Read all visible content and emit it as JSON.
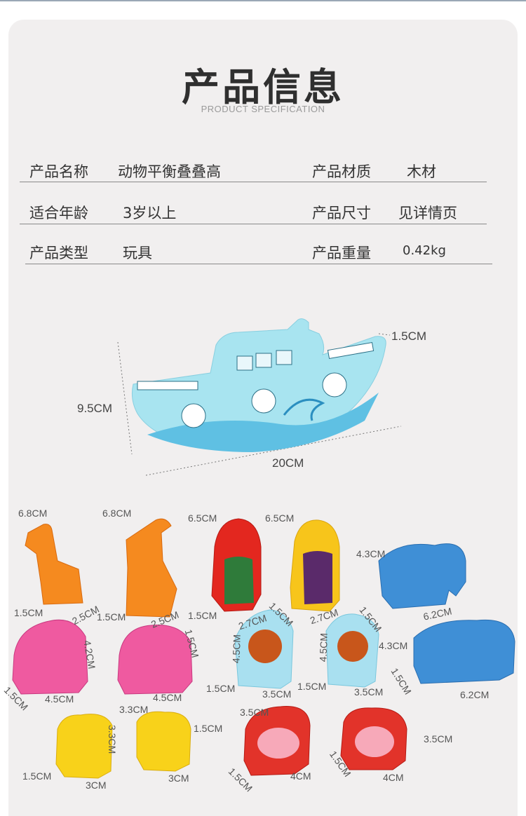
{
  "header": {
    "title": "产品信息",
    "subtitle": "PRODUCT SPECIFICATION"
  },
  "specs": [
    {
      "label": "产品名称",
      "value": "动物平衡叠叠高"
    },
    {
      "label": "产品材质",
      "value": "木材"
    },
    {
      "label": "适合年龄",
      "value": "3岁以上"
    },
    {
      "label": "产品尺寸",
      "value": "见详情页"
    },
    {
      "label": "产品类型",
      "value": "玩具"
    },
    {
      "label": "产品重量",
      "value": "0.42kg"
    }
  ],
  "boat": {
    "height": "9.5CM",
    "width": "20CM",
    "depth": "1.5CM"
  },
  "pieces": {
    "giraffe1": {
      "h": "6.8CM",
      "d": "1.5CM",
      "w": "2.5CM"
    },
    "giraffe2": {
      "h": "6.8CM",
      "d": "1.5CM",
      "w": "2.5CM"
    },
    "noah_red": {
      "h": "6.5CM",
      "d": "1.5CM",
      "w": "2.7CM"
    },
    "noah_yellow": {
      "h": "6.5CM",
      "d": "1.5CM",
      "w": "2.7CM"
    },
    "elephant1": {
      "h": "4.3CM",
      "d": "1.5CM",
      "w": "6.2CM"
    },
    "hippo1": {
      "h": "4.2CM",
      "d": "1.5CM",
      "w": "4.5CM"
    },
    "hippo2": {
      "h": "1.5CM",
      "w": "4.5CM"
    },
    "lion1": {
      "h": "4.5CM",
      "d": "1.5CM",
      "w": "3.5CM"
    },
    "lion2": {
      "h": "4.5CM",
      "d": "1.5CM",
      "w": "3.5CM"
    },
    "elephant2": {
      "h": "4.3CM",
      "d": "1.5CM",
      "w": "6.2CM"
    },
    "dog1": {
      "h": "3.3CM",
      "d": "1.5CM",
      "w": "3CM"
    },
    "dog2": {
      "h": "3.3CM",
      "d": "1.5CM",
      "w": "3CM"
    },
    "pig1": {
      "h": "3.5CM",
      "d": "1.5CM",
      "w": "4CM"
    },
    "pig2": {
      "h": "3.5CM",
      "d": "1.5CM",
      "w": "4CM"
    }
  },
  "colors": {
    "boat": "#a8e4f0",
    "giraffe": "#f58a1f",
    "noah_red": "#e3271f",
    "noah_yellow": "#f7c51b",
    "elephant": "#3f8fd6",
    "hippo": "#ef5aa0",
    "lion": "#a9e0f0",
    "dog": "#f8d21a",
    "pig": "#e2332a"
  }
}
